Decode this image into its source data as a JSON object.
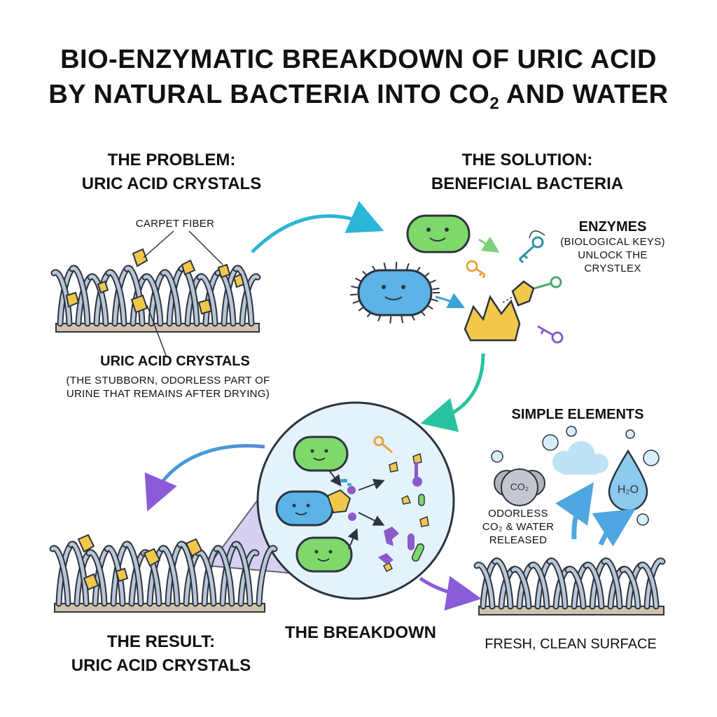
{
  "title": {
    "line1": "BIO-ENZYMATIC BREAKDOWN OF URIC ACID",
    "line2_pre": "BY NATURAL BACTERIA INTO CO",
    "line2_sub": "2",
    "line2_post": " AND WATER"
  },
  "problem": {
    "heading1": "THE PROBLEM:",
    "heading2": "URIC ACID CRYSTALS",
    "fiber_label": "CARPET FIBER",
    "crystals_label": "URIC ACID CRYSTALS",
    "crystals_desc1": "(THE STUBBORN, ODORLESS PART OF",
    "crystals_desc2": "URINE THAT REMAINS AFTER DRYING)"
  },
  "solution": {
    "heading1": "THE SOLUTION:",
    "heading2": "BENEFICIAL BACTERIA",
    "enzymes_title": "ENZYMES",
    "enzymes_line1": "(BIOLOGICAL KEYS)",
    "enzymes_line2": "UNLOCK THE",
    "enzymes_line3": "CRYSTLEX"
  },
  "elements": {
    "heading": "SIMPLE ELEMENTS",
    "co2_label": "CO₂",
    "h2o_label": "H₂O",
    "released_line1": "ODORLESS",
    "released_line2": "CO₂ & WATER",
    "released_line3": "RELEASED",
    "surface_label": "FRESH, CLEAN SURFACE"
  },
  "breakdown": {
    "label": "THE BREAKDOWN"
  },
  "result": {
    "heading1": "THE RESULT:",
    "heading2": "URIC ACID CRYSTALS"
  },
  "colors": {
    "fiber": "#b9c6d6",
    "fiber_stroke": "#2c3440",
    "crystal": "#f2c84b",
    "green_bacteria": "#7ed96a",
    "blue_bacteria": "#5bb3e6",
    "key_orange": "#e5a63a",
    "key_teal": "#2f8fa8",
    "key_green": "#4fa86a",
    "key_purple": "#8b5bc9",
    "arrow_teal": "#2bb5d8",
    "arrow_purple": "#8a5bd9",
    "arrow_green": "#27c3a0",
    "circle_fill": "#e3f2fb",
    "floor": "#d2c2ad"
  }
}
